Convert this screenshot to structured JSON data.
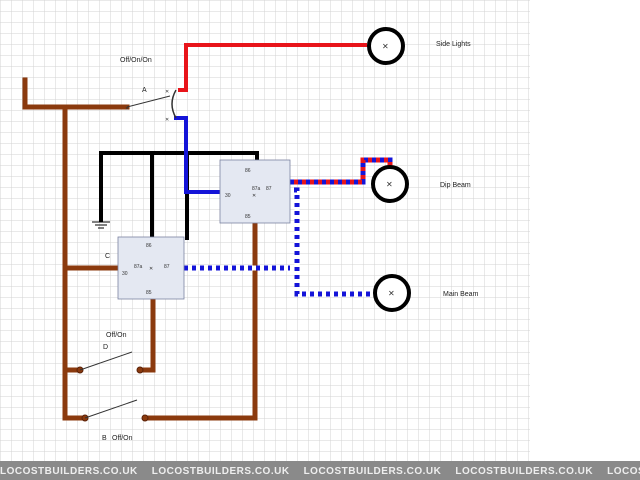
{
  "labels": {
    "side_lights": "Side Lights",
    "dip_beam": "Dip Beam",
    "main_beam": "Main Beam",
    "switch_a_mode": "Off/On/On",
    "switch_a": "A",
    "relay_c": "C",
    "switch_d": "D",
    "switch_d_mode": "Off/On",
    "switch_b": "B",
    "switch_b_mode": "Off/On"
  },
  "relay_pins": {
    "p86": "86",
    "p85": "85",
    "p30": "30",
    "p87": "87",
    "p87a": "87a"
  },
  "watermark": {
    "text": "LOCOSTBUILDERS.CO.UK",
    "repeat": 6
  },
  "colors": {
    "feed": "#8b3a0e",
    "ground": "#000000",
    "side": "#e8141a",
    "blue": "#1414d8",
    "relay": "#e4e8f2",
    "grid": "#d3d3d3"
  }
}
